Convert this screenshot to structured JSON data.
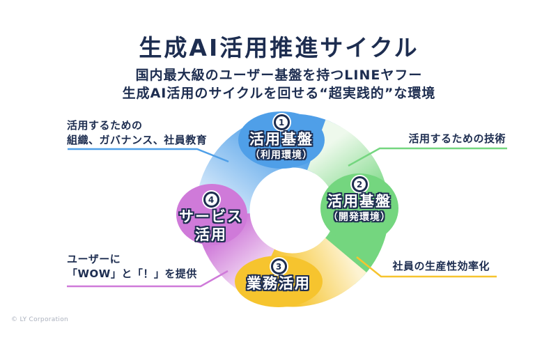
{
  "page": {
    "title": "生成AI活用推進サイクル",
    "subtitle1": "国内最大級のユーザー基盤を持つLINEヤフー",
    "subtitle2": "生成AI活用のサイクルを回せる“超実践的”な環境",
    "copyright": "© LY Corporation"
  },
  "colors": {
    "text_navy": "#1d2d50",
    "blue": "#4f9fe8",
    "blue_pale": "#eaf4fd",
    "green": "#74d67f",
    "green_pale": "#eef9ec",
    "yellow": "#f6c42e",
    "yellow_pale": "#fdf3d2",
    "pink": "#cf7ad9",
    "pink_pale": "#f5e3f6"
  },
  "cycle": {
    "steps": [
      {
        "num": "1",
        "label": "活用基盤",
        "label2": "（利用環境）"
      },
      {
        "num": "2",
        "label": "活用基盤",
        "label2": "（開発環境）"
      },
      {
        "num": "3",
        "label": "業務活用",
        "label2": ""
      },
      {
        "num": "4",
        "label": "サービス",
        "label2": "活用"
      }
    ],
    "notes": {
      "top_left": {
        "line1": "活用するための",
        "line2": "組織、ガバナンス、社員教育"
      },
      "top_right": {
        "line1": "活用するための技術"
      },
      "bottom_right": {
        "line1": "社員の生産性効率化"
      },
      "bottom_left": {
        "line1": "ユーザーに",
        "line2": "「WOW」と「！」を提供"
      }
    }
  }
}
